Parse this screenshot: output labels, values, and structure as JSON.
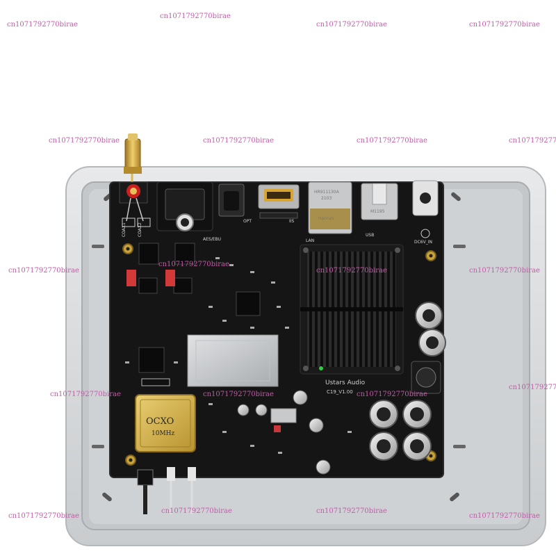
{
  "watermark": "cn1071792770birae",
  "board": {
    "brand": "Ustars Audio",
    "revision": "C19_V1.00",
    "oscillator": {
      "type": "OCXO",
      "frequency": "10MHz"
    },
    "ethernet_chip": {
      "line1": "HR911130A",
      "line2": "2103",
      "line3": "Hanrun"
    },
    "usb_chip": "M1195"
  },
  "silkscreen": {
    "coax1": "COAX1",
    "coax2": "COAX2",
    "aes_ebu": "AES/EBU",
    "opt": "OPT",
    "iis": "IIS",
    "lan": "LAN",
    "usb": "USB",
    "dc_in": "DC6V_IN"
  },
  "colors": {
    "pcb": "#151515",
    "chassis": "#d7d9db",
    "heatsink": "#1e1e1e",
    "gold": "#d4a53a",
    "relay_red": "#d23a3a",
    "watermark": "#c25aa8"
  }
}
